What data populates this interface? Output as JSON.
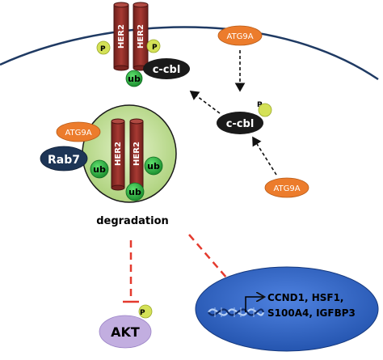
{
  "labels": {
    "her2": "HER2",
    "phospho": "P",
    "cbl": "c-cbl",
    "ub": "ub",
    "atg9a": "ATG9A",
    "rab7": "Rab7",
    "degradation": "degradation",
    "akt": "AKT",
    "genes_line1": "CCND1, HSF1,",
    "genes_line2": "S100A4, IGFBP3"
  },
  "colors": {
    "membrane": "#1f3a63",
    "receptor": "#9a2e2a",
    "receptor_dark": "#5e1815",
    "phospho": "#d4e157",
    "ubiquitin": "#1fae3a",
    "atg9a": "#ec7c2c",
    "cbl": "#1a1a1a",
    "rab7": "#1d3556",
    "endosome": "#c9e3a3",
    "nucleus": "#2e62c9",
    "akt": "#c2aee0",
    "inhibition": "#e43a2e",
    "dna": "#3a62b0"
  }
}
